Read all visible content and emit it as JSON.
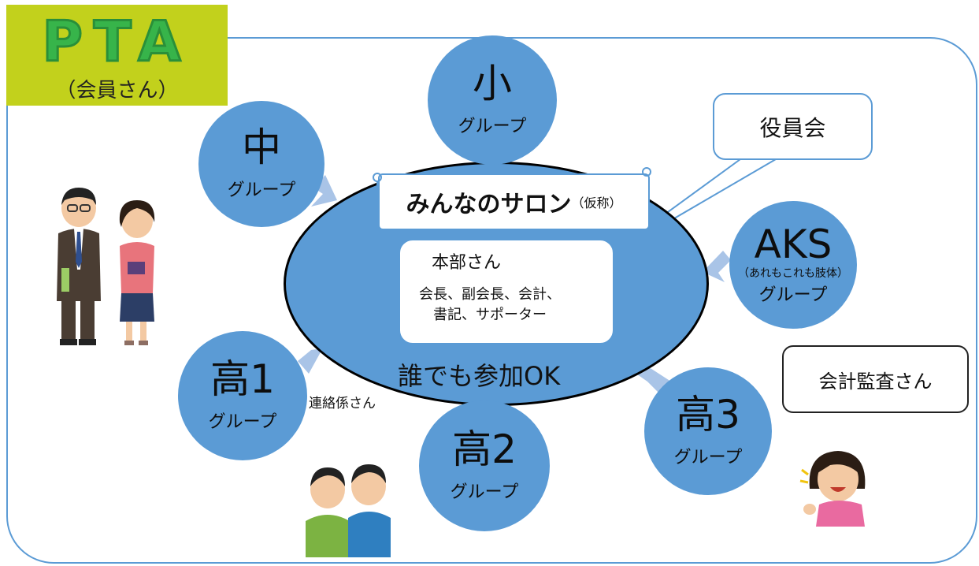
{
  "pta": {
    "title": "PTA",
    "subtitle": "（会員さん）"
  },
  "salon": {
    "banner": "みんなのサロン",
    "banner_note": "（仮称）",
    "honbu_title": "本部さん",
    "honbu_members": "会長、副会長、会計、\n　書記、サポーター",
    "open_label": "誰でも参加OK"
  },
  "groups": {
    "sho": {
      "name": "小",
      "label": "グループ"
    },
    "chu": {
      "name": "中",
      "label": "グループ"
    },
    "aks": {
      "name": "AKS",
      "note": "（あれもこれも肢体）",
      "label": "グループ"
    },
    "ko1": {
      "name": "高1",
      "label": "グループ"
    },
    "ko2": {
      "name": "高2",
      "label": "グループ"
    },
    "ko3": {
      "name": "高3",
      "label": "グループ"
    }
  },
  "yakuin": "役員会",
  "kansa": "会計監査さん",
  "renraku": "連絡係さん",
  "colors": {
    "blue": "#5b9bd5",
    "arrow": "#a9c4e7",
    "pta_bg": "#c2d11c",
    "pta_text": "#37b44a"
  }
}
